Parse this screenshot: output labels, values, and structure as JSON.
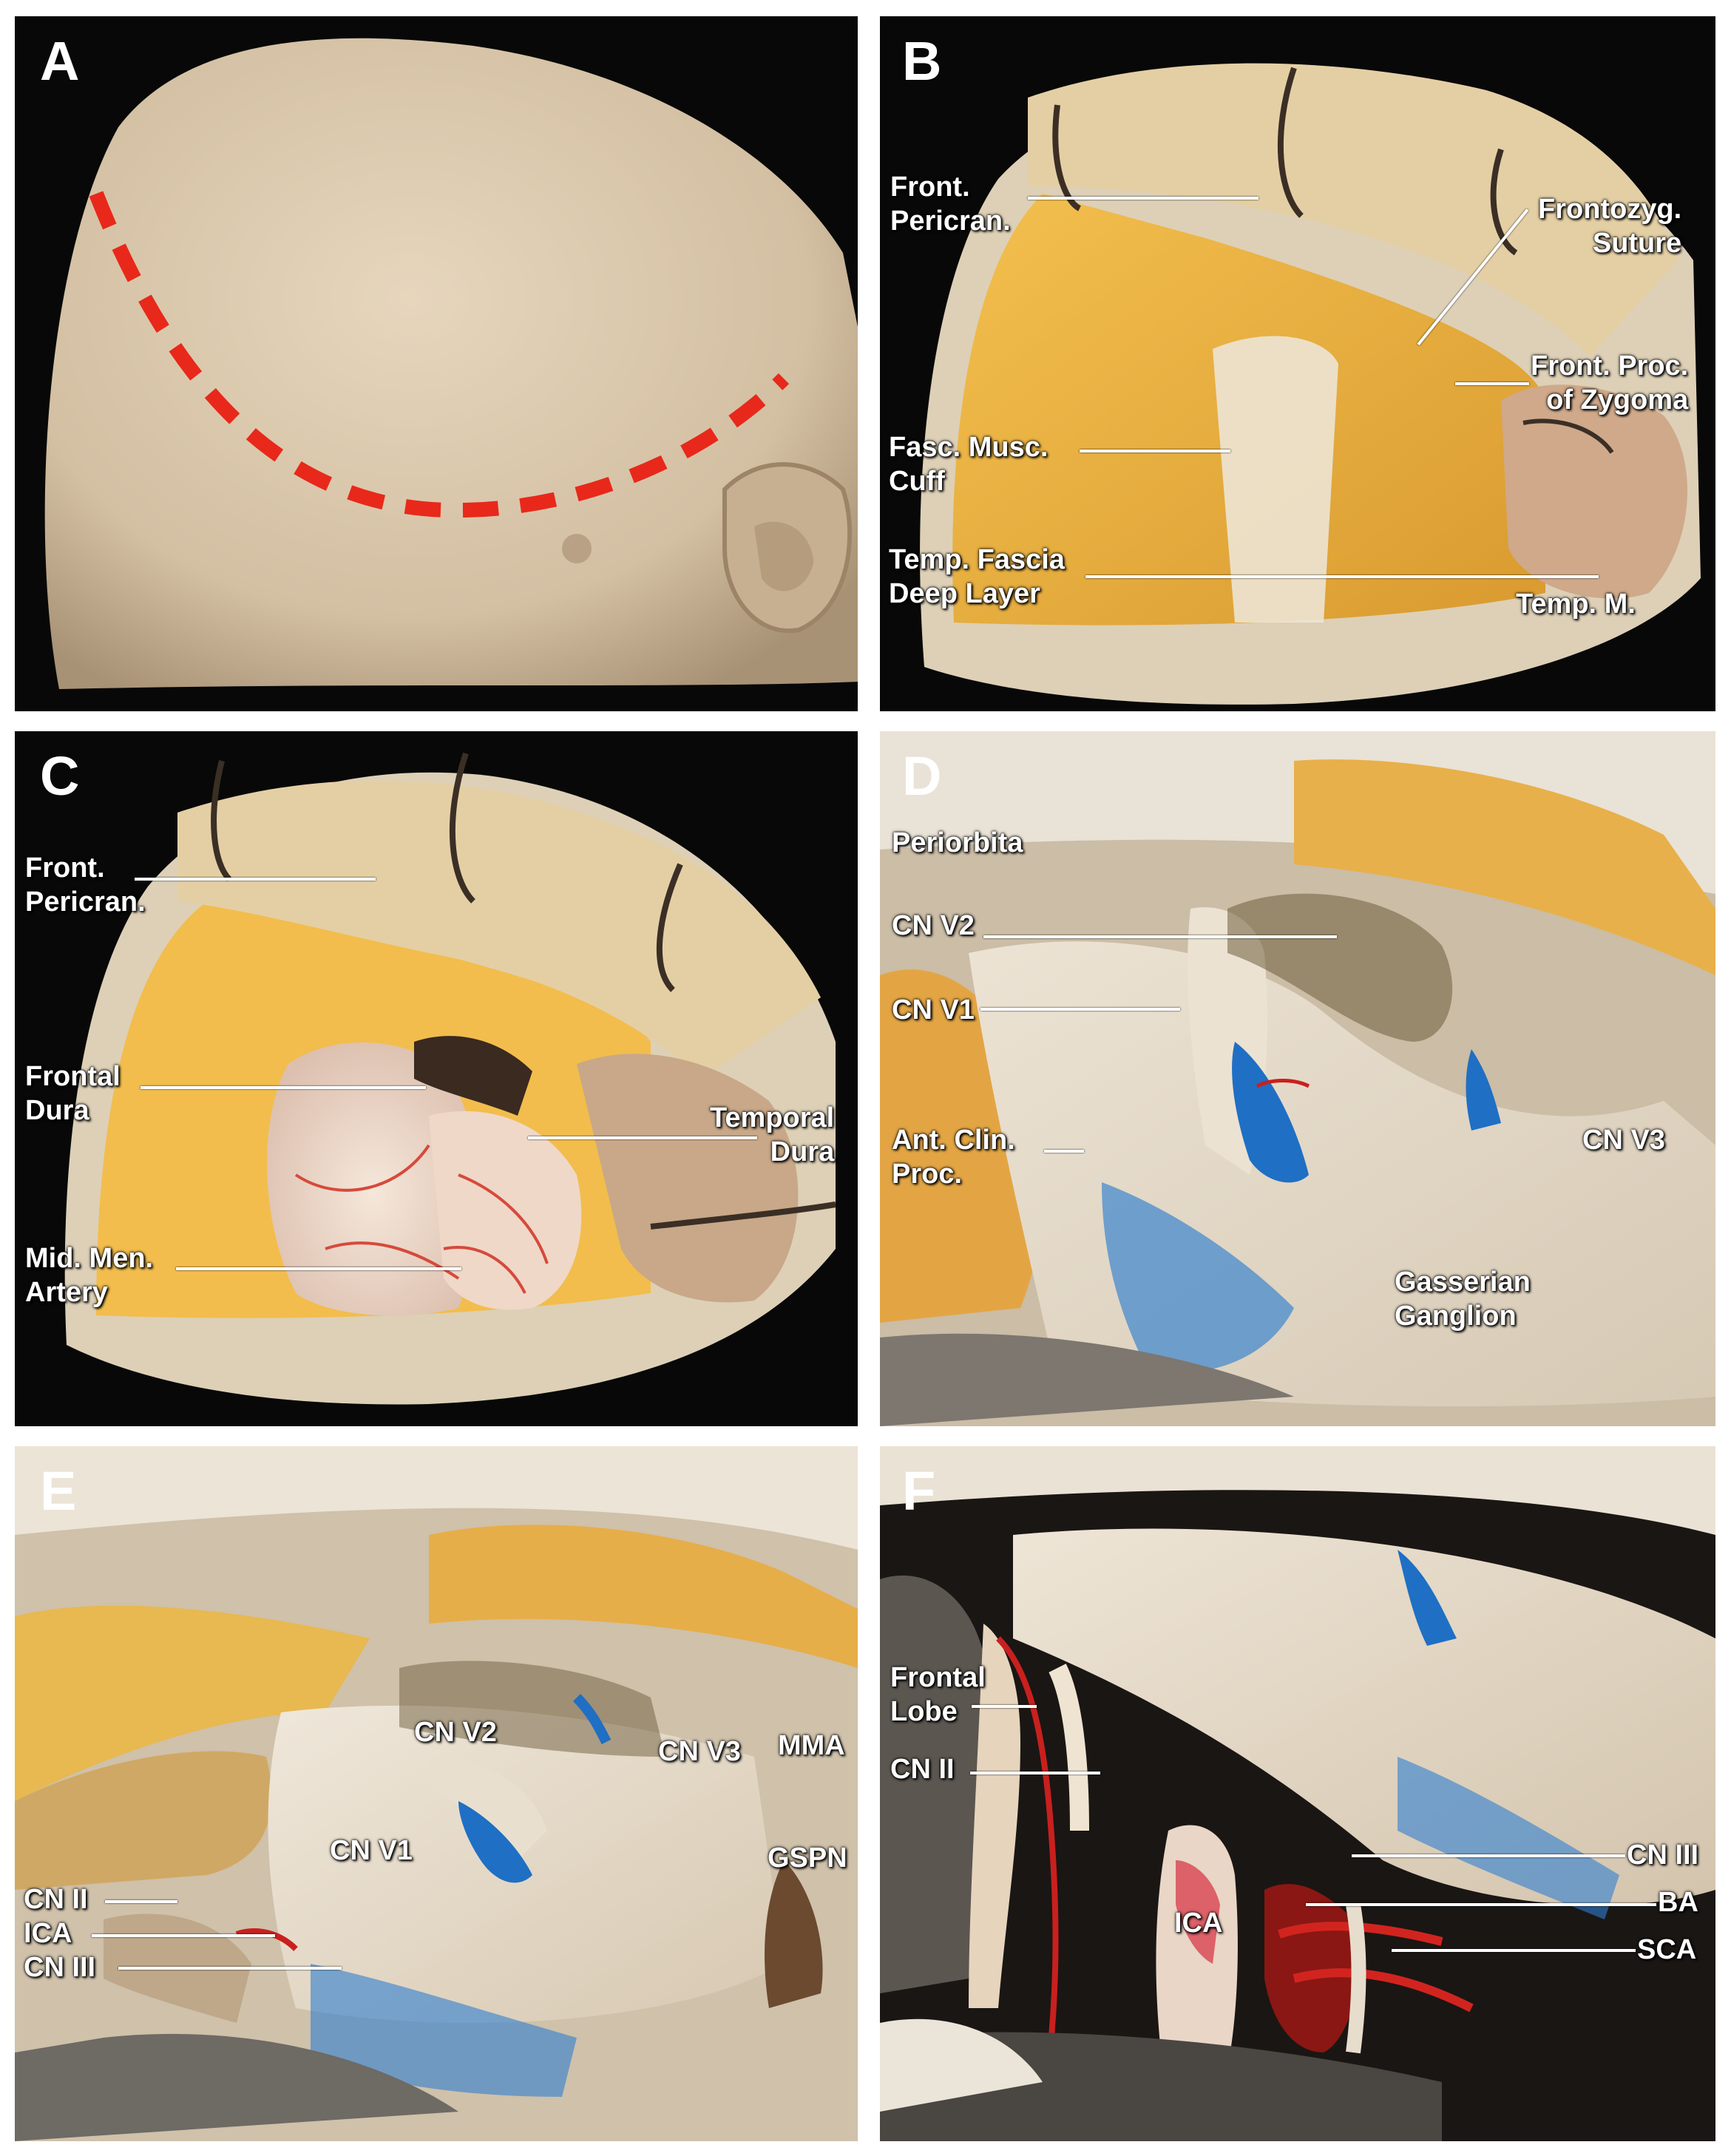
{
  "figure": {
    "panels": [
      {
        "letter": "A",
        "labels": []
      },
      {
        "letter": "B",
        "labels": [
          "Front.\nPericran.",
          "Frontozyg.\nSuture",
          "Front. Proc.\nof Zygoma",
          "Fasc. Musc.\nCuff",
          "Temp. Fascia\nDeep Layer",
          "Temp. M."
        ]
      },
      {
        "letter": "C",
        "labels": [
          "Front.\nPericran.",
          "Frontal\nDura",
          "Temporal\nDura",
          "Mid. Men.\nArtery"
        ]
      },
      {
        "letter": "D",
        "labels": [
          "Periorbita",
          "CN V2",
          "CN V1",
          "Ant. Clin.\nProc.",
          "CN V3",
          "Gasserian\nGanglion"
        ]
      },
      {
        "letter": "E",
        "labels": [
          "CN V2",
          "CN V3",
          "MMA",
          "CN V1",
          "GSPN",
          "CN II",
          "ICA",
          "CN III"
        ]
      },
      {
        "letter": "F",
        "labels": [
          "Frontal\nLobe",
          "CN II",
          "ICA",
          "CN III",
          "BA",
          "SCA"
        ]
      }
    ]
  },
  "colors": {
    "incision_line": "#e8281a",
    "skin": "#d9c7ad",
    "fat_yellow": "#e8b24a",
    "nerve_white": "#e6dccb",
    "vein_blue": "#1f6fc4",
    "artery_red": "#c8201e"
  }
}
